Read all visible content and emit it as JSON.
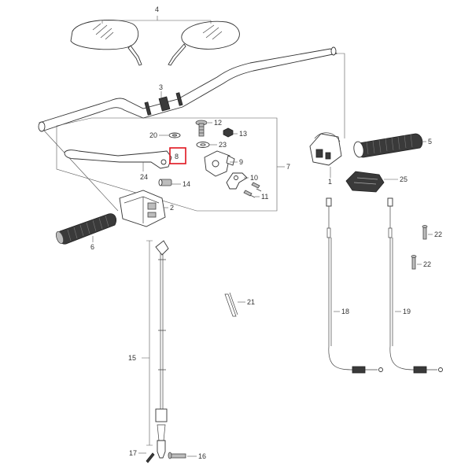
{
  "callouts": {
    "c1": "1",
    "c2": "2",
    "c3": "3",
    "c4": "4",
    "c5": "5",
    "c6": "6",
    "c7": "7",
    "c8": "8",
    "c9": "9",
    "c10": "10",
    "c11": "11",
    "c12": "12",
    "c13": "13",
    "c14": "14",
    "c15": "15",
    "c16": "16",
    "c17": "17",
    "c18": "18",
    "c19": "19",
    "c20": "20",
    "c21": "21",
    "c22a": "22",
    "c22b": "22",
    "c23": "23",
    "c24": "24",
    "c25": "25"
  },
  "highlight": {
    "callout": "8",
    "color": "#e0141e"
  },
  "colors": {
    "line": "#555555",
    "grip": "#3a3a3a",
    "highlight": "#e0141e"
  }
}
